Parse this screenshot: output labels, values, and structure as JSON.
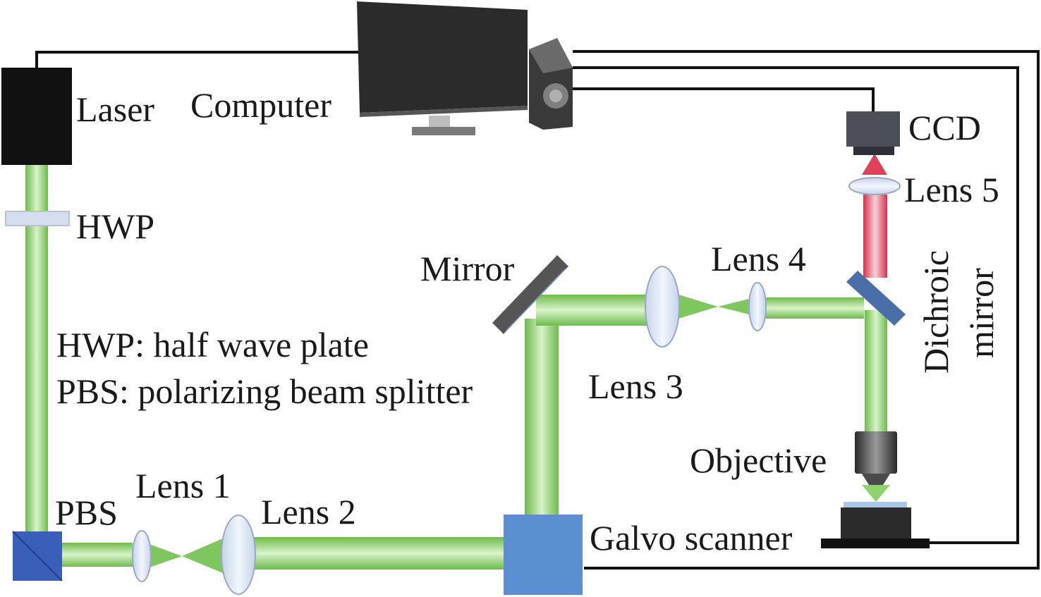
{
  "labels": {
    "laser": "Laser",
    "computer": "Computer",
    "ccd": "CCD",
    "lens5": "Lens 5",
    "hwp": "HWP",
    "mirror": "Mirror",
    "lens4": "Lens 4",
    "dichroic_line1": "Dichroic",
    "dichroic_line2": "mirror",
    "legend_hwp": "HWP: half wave plate",
    "legend_pbs": "PBS: polarizing beam splitter",
    "lens3": "Lens 3",
    "objective": "Objective",
    "lens1": "Lens 1",
    "lens2": "Lens 2",
    "pbs": "PBS",
    "galvo": "Galvo scanner"
  },
  "colors": {
    "beam_green": "#8fd36e",
    "beam_red": "#e0405a",
    "pbs_cube": "#3a5fb8",
    "galvo_cube": "#5b8fd0",
    "lens_fill": "#dbe6f5",
    "laser_body": "#111111",
    "wire": "#111111"
  }
}
